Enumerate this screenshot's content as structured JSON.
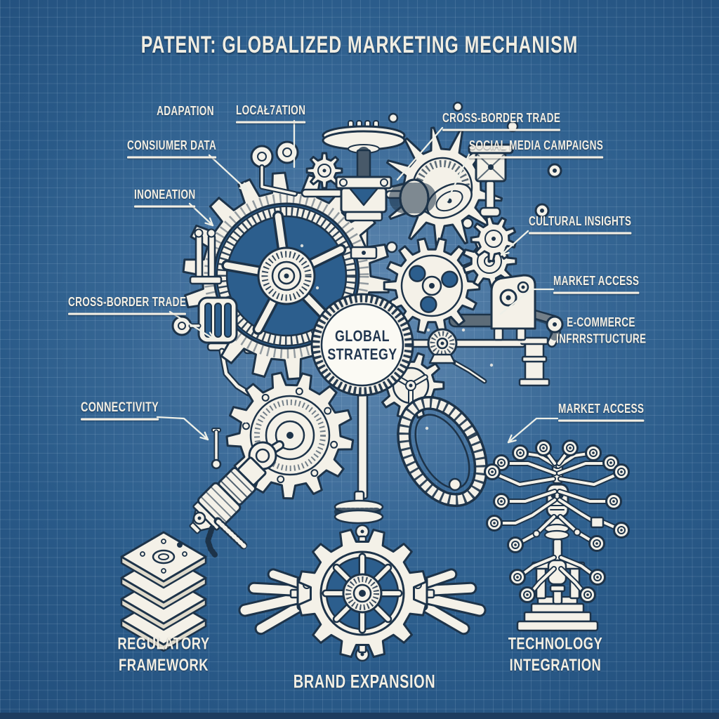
{
  "title": "PATENT: GLOBALIZED MARKETING MECHANISM",
  "center": {
    "text": "GLOBAL\nSTRATEGY"
  },
  "labels": {
    "adaptation": "ADAPATION",
    "localization": "LOCAŁ7ATION",
    "consumer_data": "CONSIUMER DATA",
    "innovation": "INONEATION",
    "cross_border_trade_top": "CROSS-BORDER TRADE",
    "social_media_campaigns": "SOCIAL MEDIA CAMPAIGNS",
    "cultural_insights": "CULTURAL INSIGHTS",
    "market_access_right": "MARKET ACCESS",
    "ecommerce_infrastructure": "E-COMMERCE\nINFRRSTTUCTURE",
    "cross_border_trade_left": "CROSS-BORDER TRADE",
    "connectivity": "CONNECTIVITY",
    "market_access_bottom": "MARKET ACCESS",
    "regulatory_framework": "REGULATORY\nFRAMEWORK",
    "brand_expansion": "BRAND EXPANSION",
    "technology_integration": "TECHNOLOGY\nINTEGRATION"
  },
  "illustration_parts": [
    "main-gear",
    "spiky-bevel-gear",
    "right-gear",
    "right-small-gear",
    "lower-gear",
    "cone-gear",
    "elliptical-ring-gear",
    "global-strategy-hub",
    "top-shaft-assembly",
    "piston-assembly",
    "mount-bracket",
    "pipes",
    "grill-box",
    "guide-pins",
    "arm-cylinder",
    "springs",
    "plate-stack",
    "circuit-tree",
    "winged-gear-emblem"
  ],
  "colors": {
    "background": "#2c5e8d",
    "grid": "#cde4f6",
    "ink": "#1d3349",
    "paper": "#f4f1e8",
    "paper_shade": "#e0dbcc",
    "text": "#f3efe4"
  }
}
